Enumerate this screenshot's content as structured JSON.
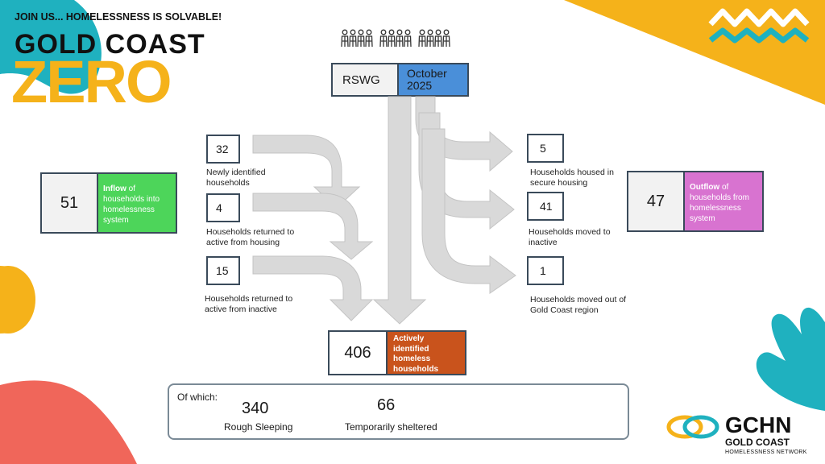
{
  "header": {
    "tagline": "JOIN US... HOMELESSNESS IS SOLVABLE!",
    "brand_line1": "GOLD COAST",
    "brand_line2": "ZERO"
  },
  "top": {
    "left_label": "RSWG",
    "right_label": "October 2025"
  },
  "inflow": {
    "value": "51",
    "label_bold": "Inflow",
    "label_rest": " of households into homelessness system"
  },
  "outflow": {
    "value": "47",
    "label_bold": "Outflow",
    "label_rest": " of households from homelessness system"
  },
  "inflows": [
    {
      "value": "32",
      "label": "Newly identified households"
    },
    {
      "value": "4",
      "label": "Households returned to active from housing"
    },
    {
      "value": "15",
      "label": "Households returned to active from inactive"
    }
  ],
  "outflows": [
    {
      "value": "5",
      "label": "Households housed in secure housing"
    },
    {
      "value": "41",
      "label": "Households moved to inactive"
    },
    {
      "value": "1",
      "label": "Households moved out of Gold Coast region"
    }
  ],
  "active": {
    "value": "406",
    "label": "Actively identified homeless households"
  },
  "summary": {
    "intro": "Of which:",
    "rough_value": "340",
    "rough_label": "Rough Sleeping",
    "temp_value": "66",
    "temp_label": "Temporarily sheltered"
  },
  "gchn": {
    "title": "GCHN",
    "subtitle": "GOLD COAST",
    "tagline": "HOMELESSNESS NETWORK"
  },
  "colors": {
    "green": "#4dd55a",
    "pink": "#d873d0",
    "blue": "#4a8fd9",
    "orange": "#c9531c",
    "gold": "#f5b21a",
    "teal": "#1fb1bf",
    "coral": "#f0665a",
    "arrow": "#d8d8d8"
  }
}
